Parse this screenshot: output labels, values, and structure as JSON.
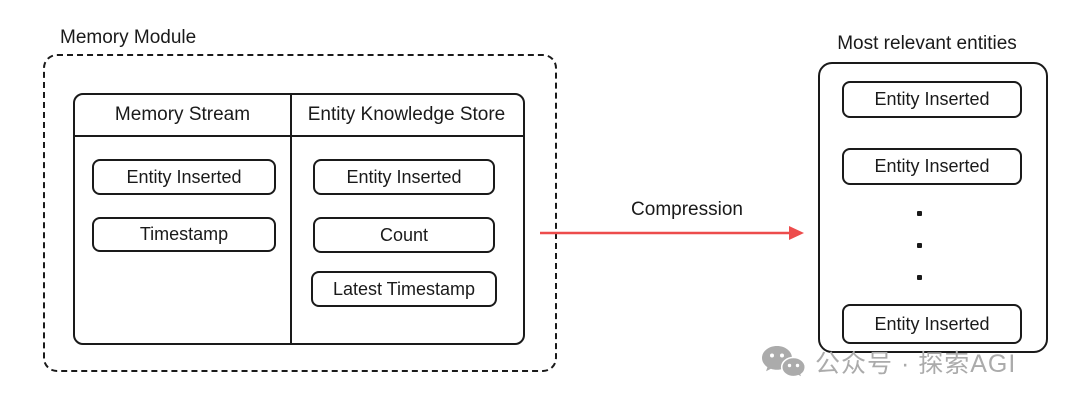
{
  "canvas": {
    "background": "#ffffff",
    "ink": "#1a1a1a"
  },
  "memory_module": {
    "title": "Memory Module",
    "table": {
      "columns": [
        {
          "header": "Memory Stream",
          "items": [
            "Entity Inserted",
            "Timestamp"
          ]
        },
        {
          "header": "Entity Knowledge Store",
          "items": [
            "Entity Inserted",
            "Count",
            "Latest Timestamp"
          ]
        }
      ]
    }
  },
  "arrow": {
    "label": "Compression",
    "color": "#ed4c4c",
    "direction": "right"
  },
  "output_panel": {
    "title": "Most relevant entities",
    "items": [
      "Entity Inserted",
      "Entity Inserted",
      "Entity Inserted"
    ],
    "ellipsis": "vertical-dots"
  },
  "watermark": {
    "icon": "wechat-icon",
    "text": "公众号 · 探索AGI",
    "color": "#ababab"
  }
}
